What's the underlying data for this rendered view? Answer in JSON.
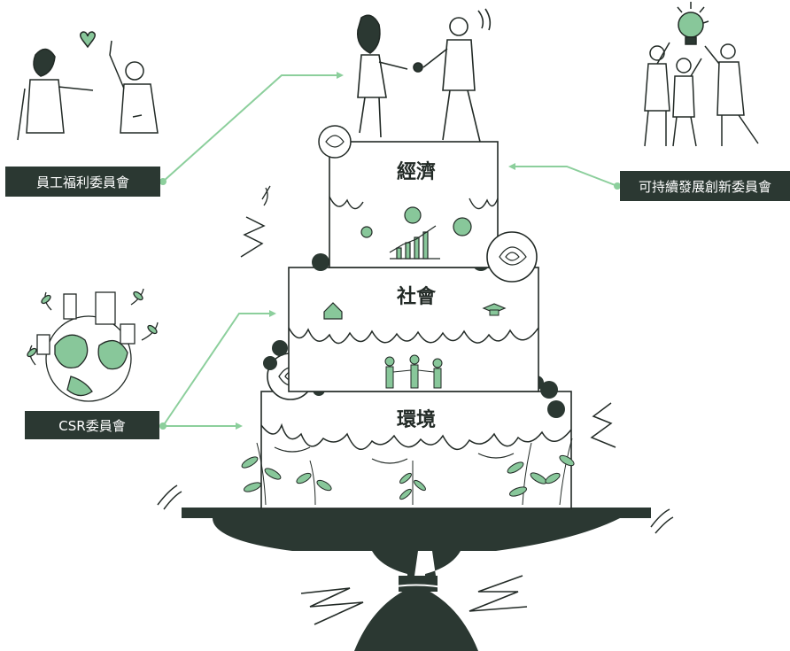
{
  "colors": {
    "dark": "#2b3832",
    "ink": "#222a26",
    "green": "#88c79a",
    "green_light": "#b9e0c2",
    "connector": "#8ccf9c"
  },
  "committees": {
    "employee_welfare": "員工福利委員會",
    "sustainable_innovation": "可持續發展創新委員會",
    "csr": "CSR委員會"
  },
  "cake_tiers": {
    "economy": "經濟",
    "society": "社會",
    "environment": "環境"
  },
  "icons": {
    "top_left": "couple-waving-heart-icon",
    "top_right": "team-lightbulb-icon",
    "left_globe": "globe-city-plants-icon",
    "cake_topper": "business-handshake-icon"
  }
}
